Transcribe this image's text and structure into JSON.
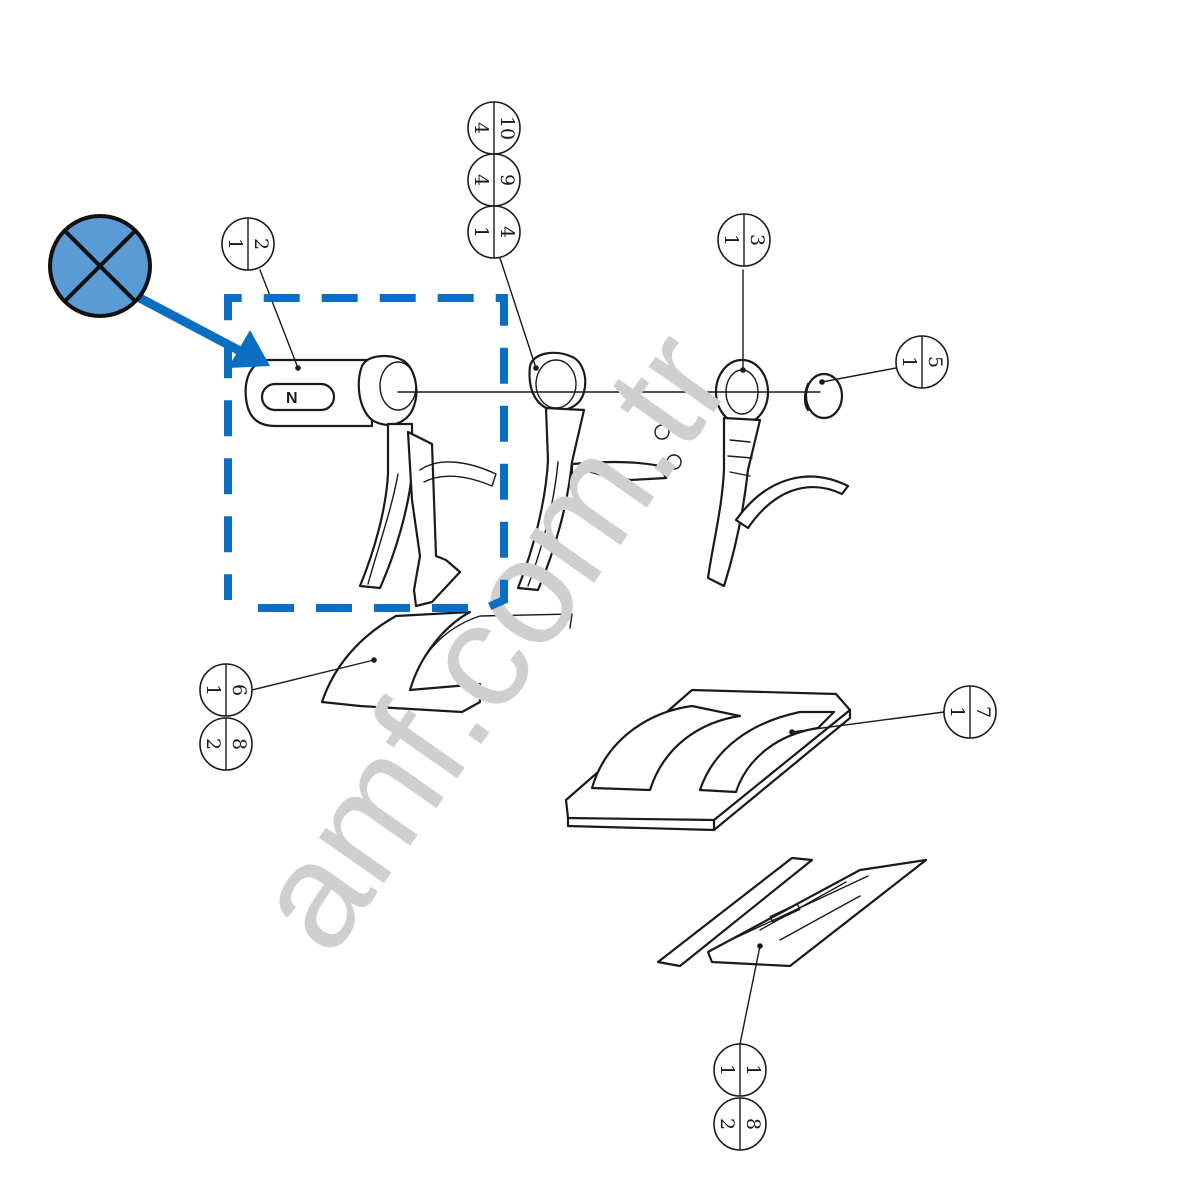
{
  "watermark": "amf.com.tr",
  "logo_text": "N",
  "colors": {
    "highlight": "#0a6fc2",
    "marker_fill": "#5b9bd5",
    "line": "#1a1a1a",
    "watermark": "#cfcfcf"
  },
  "callouts": [
    {
      "id": "2",
      "top": "2",
      "bottom": "1"
    },
    {
      "id": "10",
      "top": "10",
      "bottom": "4"
    },
    {
      "id": "9",
      "top": "9",
      "bottom": "4"
    },
    {
      "id": "4",
      "top": "4",
      "bottom": "1"
    },
    {
      "id": "3",
      "top": "3",
      "bottom": "1"
    },
    {
      "id": "5",
      "top": "5",
      "bottom": "1"
    },
    {
      "id": "6",
      "top": "6",
      "bottom": "1"
    },
    {
      "id": "8a",
      "top": "8",
      "bottom": "2"
    },
    {
      "id": "7",
      "top": "7",
      "bottom": "1"
    },
    {
      "id": "1",
      "top": "1",
      "bottom": "1"
    },
    {
      "id": "8b",
      "top": "8",
      "bottom": "2"
    }
  ],
  "marker": {
    "icon": "x-circle-icon"
  }
}
